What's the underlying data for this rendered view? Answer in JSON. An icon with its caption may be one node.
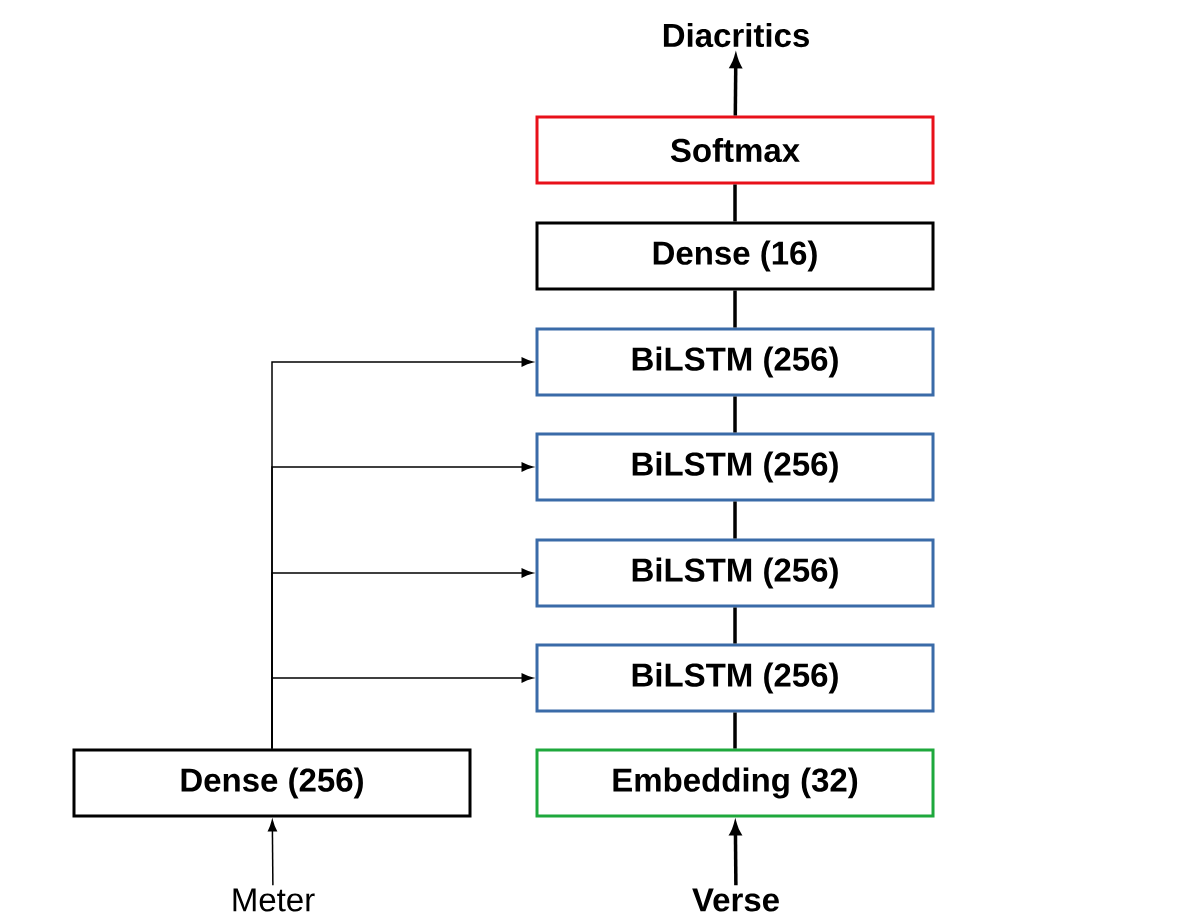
{
  "diagram": {
    "nodes": [
      {
        "text": [
          "Diacritics"
        ]
      },
      {
        "text": [
          "Softmax"
        ]
      },
      {
        "text": [
          "Dense (16)"
        ]
      },
      {
        "text": [
          "BiLSTM (256)"
        ]
      },
      {
        "text": [
          "BiLSTM (256)"
        ]
      },
      {
        "text": [
          "BiLSTM (256)"
        ]
      },
      {
        "text": [
          "BiLSTM (256)"
        ]
      },
      {
        "text": [
          "Dense (256)"
        ]
      },
      {
        "text": [
          "Embedding (32)"
        ]
      },
      {
        "text": [
          "Meter"
        ]
      },
      {
        "text": [
          "Verse"
        ]
      }
    ],
    "edges": [
      {
        "from": 10,
        "to": 8,
        "arrow": "to"
      },
      {
        "from": 8,
        "to": 6,
        "arrow": "none"
      },
      {
        "from": 6,
        "to": 5,
        "arrow": "none"
      },
      {
        "from": 5,
        "to": 4,
        "arrow": "none"
      },
      {
        "from": 4,
        "to": 3,
        "arrow": "none"
      },
      {
        "from": 3,
        "to": 2,
        "arrow": "none"
      },
      {
        "from": 2,
        "to": 1,
        "arrow": "none"
      },
      {
        "from": 1,
        "to": 0,
        "arrow": "to"
      },
      {
        "from": 9,
        "to": 7,
        "arrow": "to"
      },
      {
        "from": 7,
        "to": 6,
        "arrow": "to"
      },
      {
        "from": 7,
        "to": 5,
        "arrow": "to"
      },
      {
        "from": 7,
        "to": 4,
        "arrow": "to"
      },
      {
        "from": 7,
        "to": 3,
        "arrow": "to"
      }
    ]
  }
}
